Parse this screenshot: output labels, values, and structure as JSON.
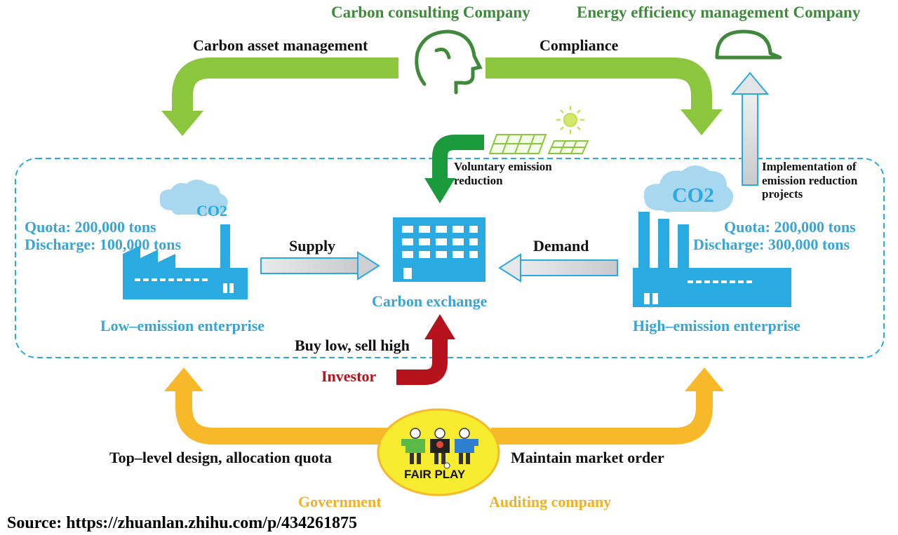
{
  "companies": {
    "consulting": "Carbon consulting Company",
    "efficiency": "Energy efficiency management Company"
  },
  "flows": {
    "asset_management": "Carbon asset management",
    "compliance": "Compliance",
    "voluntary": "Voluntary emission reduction",
    "implementation": "Implementation of emission reduction projects",
    "supply": "Supply",
    "demand": "Demand",
    "buy_low": "Buy low, sell high",
    "top_level": "Top–level design, allocation quota",
    "maintain": "Maintain market order"
  },
  "low_emission": {
    "quota": "Quota: 200,000 tons",
    "discharge": "Discharge: 100,000 tons",
    "label": "Low–emission enterprise",
    "co2": "CO2"
  },
  "high_emission": {
    "quota": "Quota: 200,000 tons",
    "discharge": "Discharge: 300,000 tons",
    "label": "High–emission enterprise",
    "co2": "CO2"
  },
  "exchange": {
    "label": "Carbon exchange"
  },
  "investor": {
    "label": "Investor"
  },
  "government": {
    "label": "Government"
  },
  "auditing": {
    "label": "Auditing company"
  },
  "fair_play": {
    "label": "FAIR PLAY"
  },
  "source": "Source: https://zhuanlan.zhihu.com/p/434261875",
  "colors": {
    "green_arrow": "#8cc63f",
    "dark_green_arrow": "#1a9a3b",
    "blue": "#29aae1",
    "gold": "#f7b82a",
    "red": "#b5121b",
    "gray_arrow": "#d9dadc"
  }
}
